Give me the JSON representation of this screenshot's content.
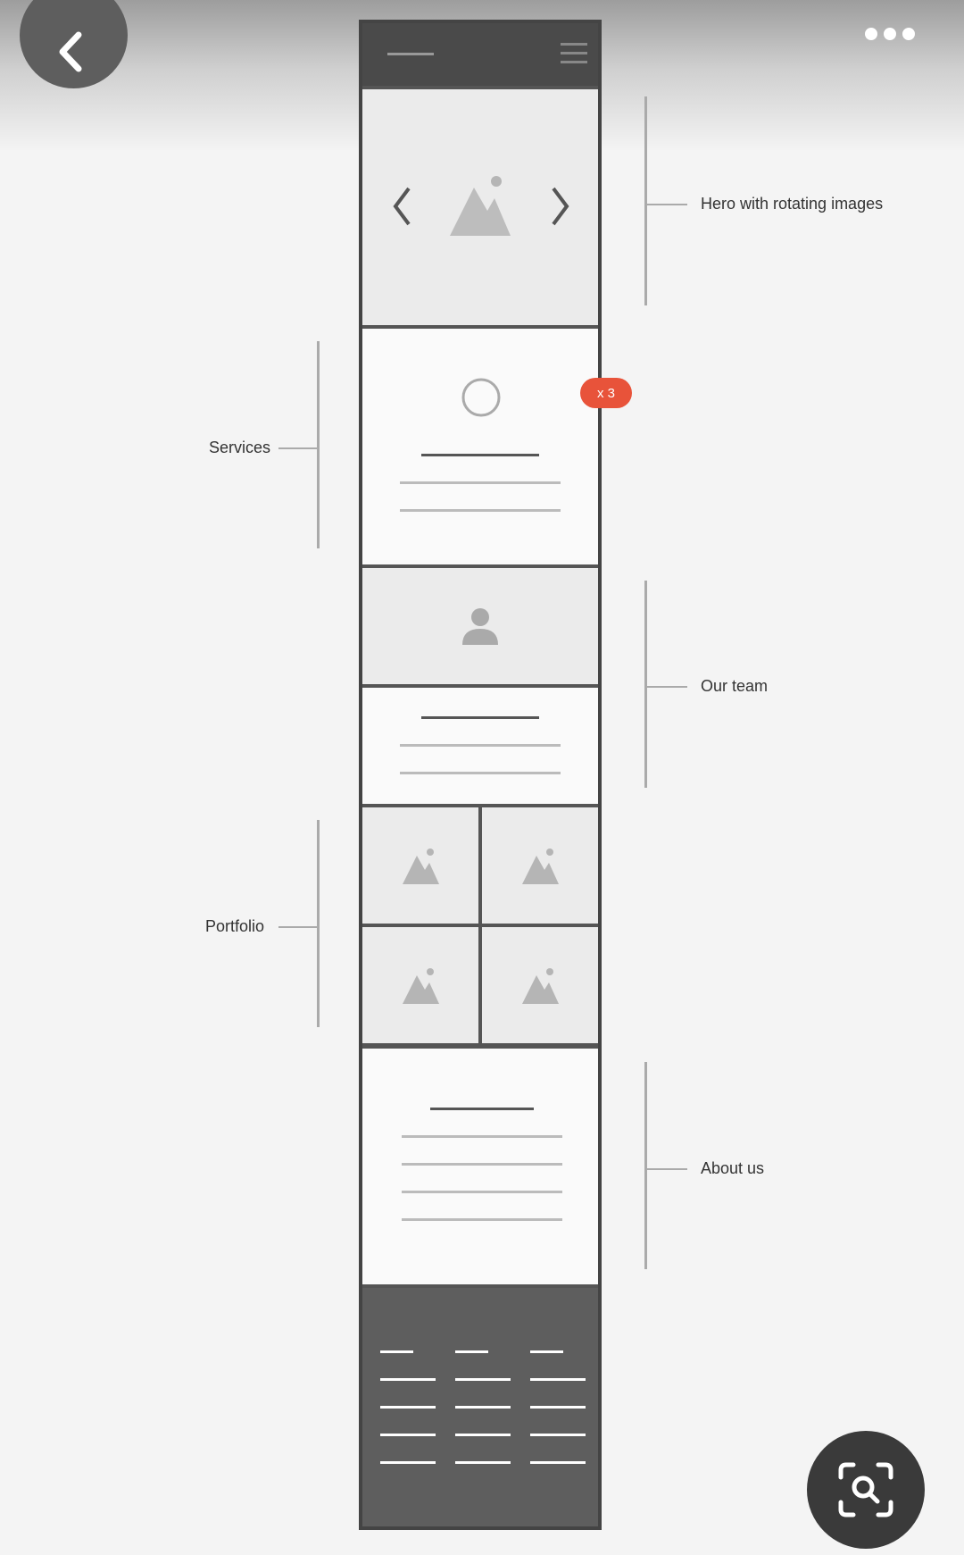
{
  "viewer": {
    "back_icon": "chevron-left-icon",
    "more_icon": "more-horizontal-icon",
    "scan_icon": "visual-search-icon"
  },
  "wireframe": {
    "badge": "x 3",
    "annotations": {
      "hero": "Hero with rotating images",
      "services": "Services",
      "team": "Our team",
      "portfolio": "Portfolio",
      "about": "About us"
    }
  },
  "colors": {
    "badge": "#e8533a",
    "frame": "#444444",
    "footer": "#5e5e5e"
  }
}
